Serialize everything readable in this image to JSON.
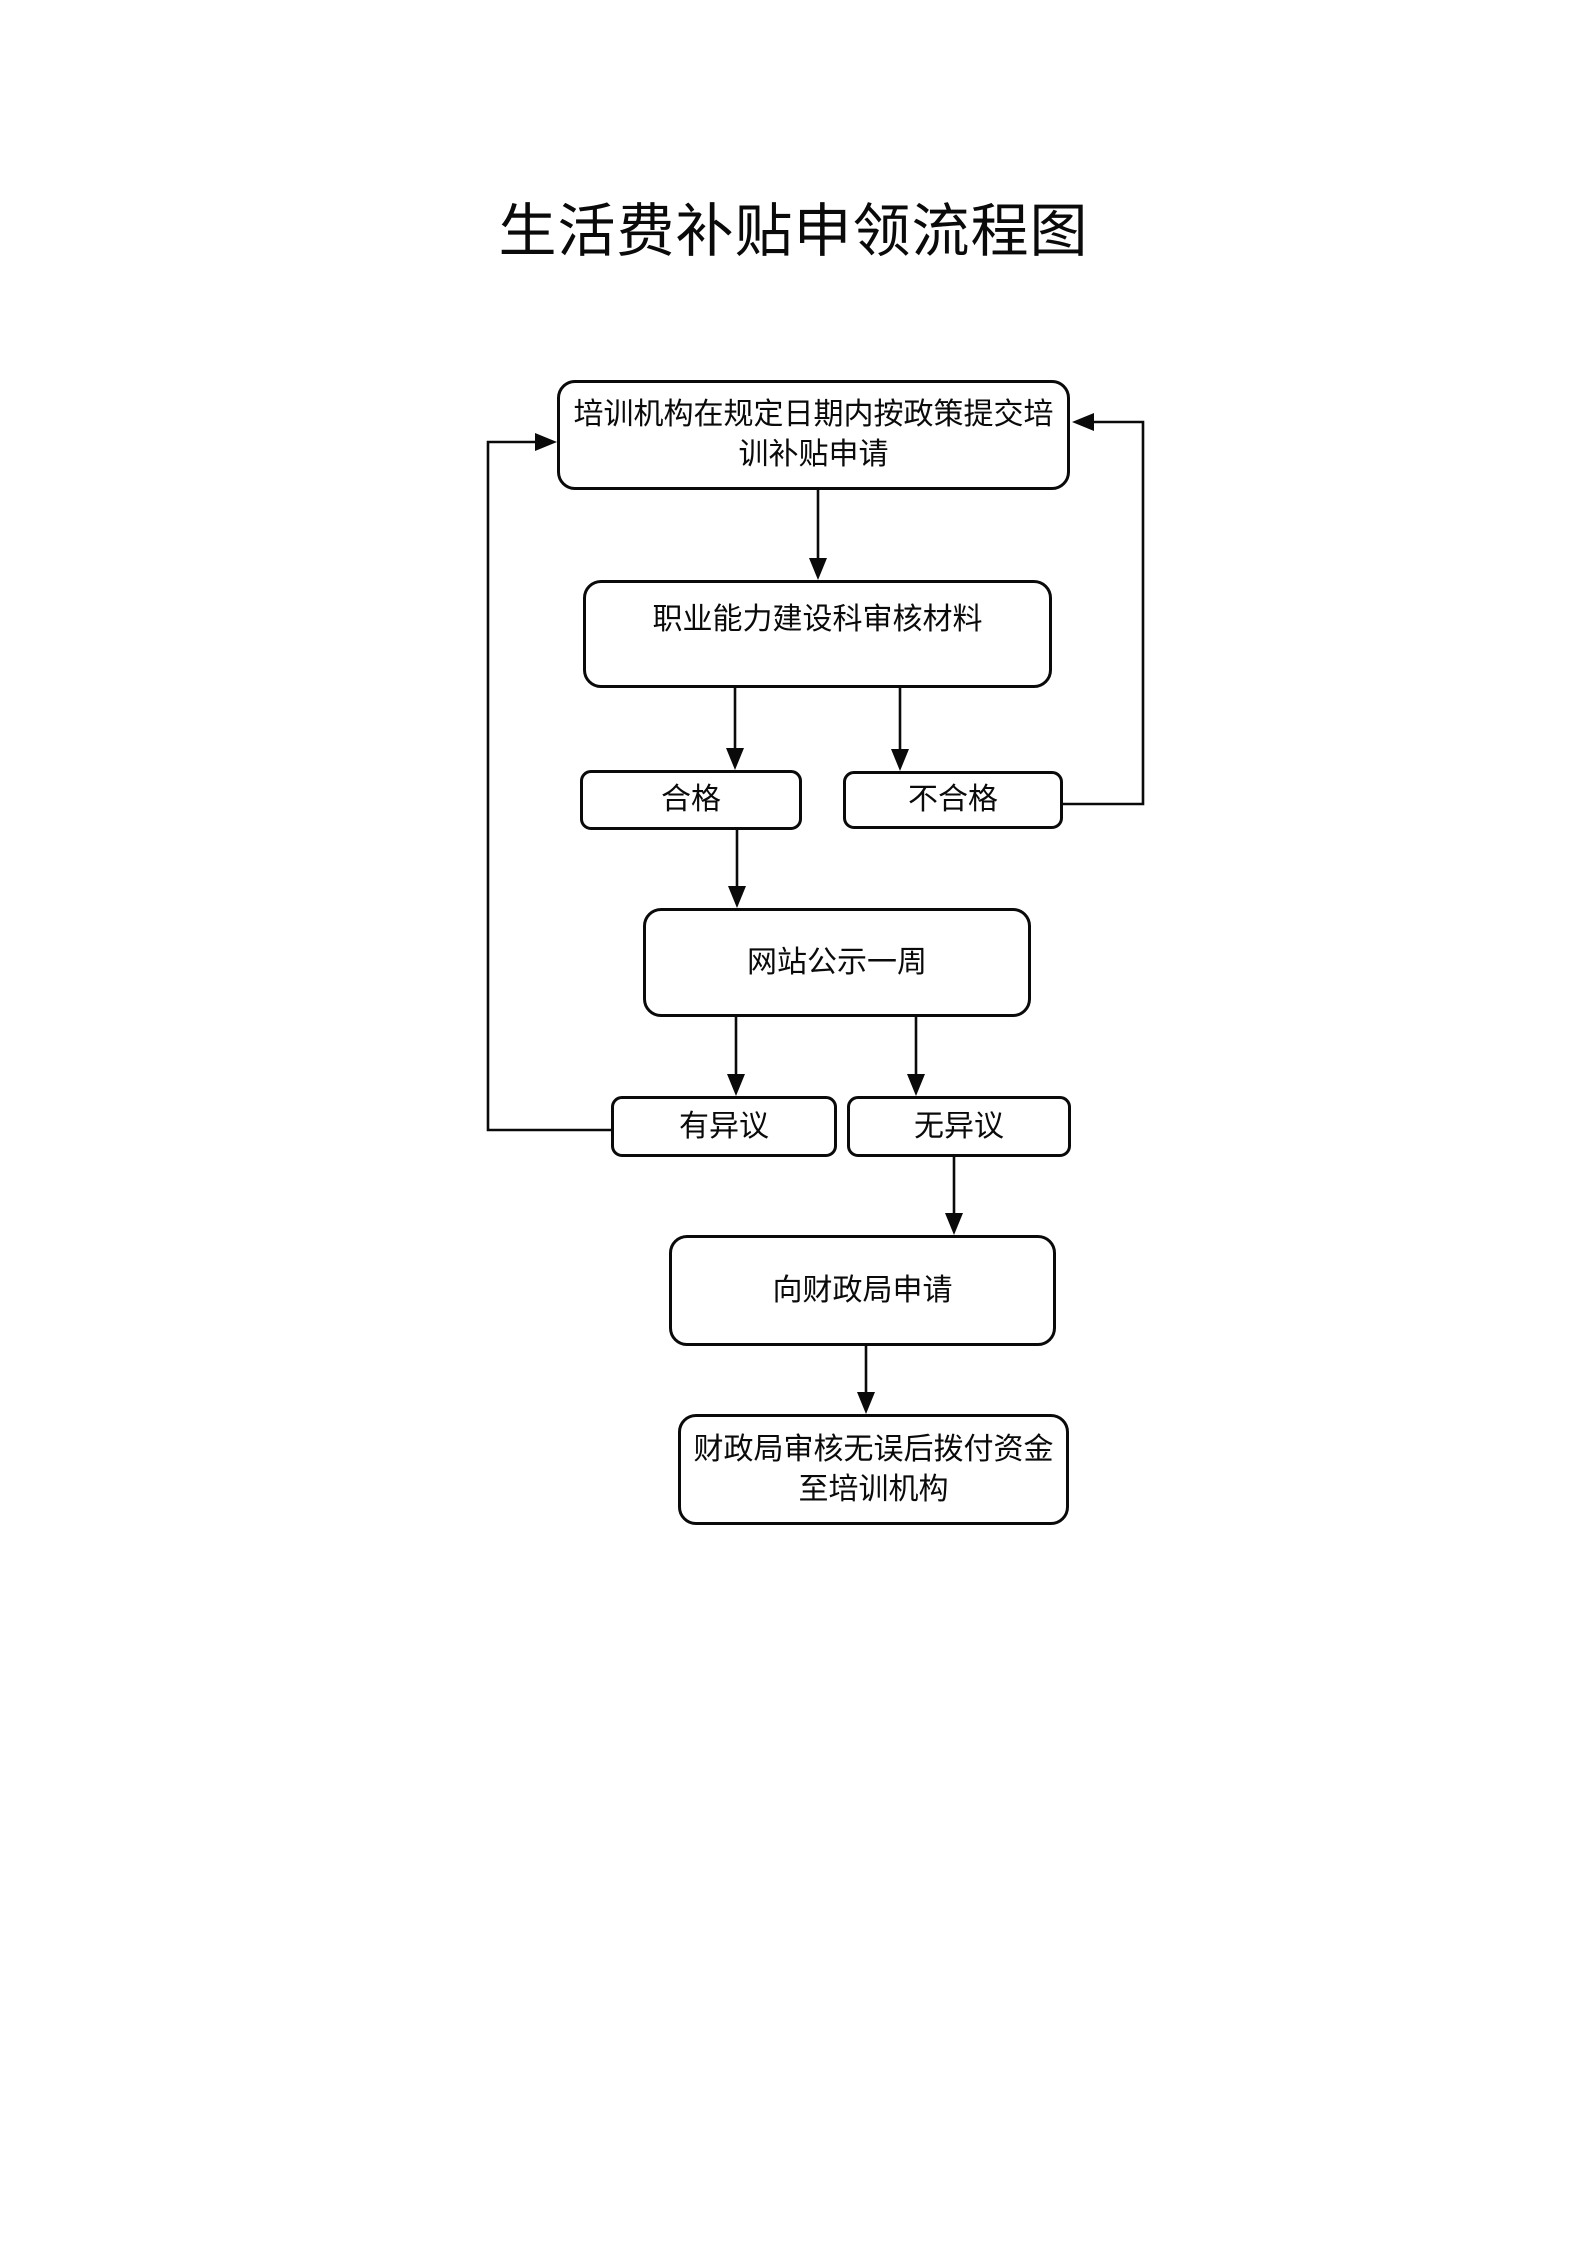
{
  "page": {
    "background_color": "#ffffff",
    "line_color": "#0a0a0a"
  },
  "title": "生活费补贴申领流程图",
  "flowchart": {
    "nodes": {
      "submit": {
        "lines": [
          "培训机构在规定日期内按政策提交培",
          "训补贴申请"
        ]
      },
      "review": {
        "label": "职业能力建设科审核材料"
      },
      "qualified": {
        "label": "合格"
      },
      "unqualified": {
        "label": "不合格"
      },
      "publicity": {
        "label": "网站公示一周"
      },
      "objection": {
        "label": "有异议"
      },
      "no_objection": {
        "label": "无异议"
      },
      "apply_finance": {
        "label": "向财政局申请"
      },
      "allocate": {
        "lines": [
          "财政局审核无误后拨付资金",
          "至培训机构"
        ]
      }
    },
    "edges": [
      {
        "from": "submit",
        "to": "review",
        "type": "arrow-down"
      },
      {
        "from": "review",
        "to": "qualified",
        "type": "arrow-down"
      },
      {
        "from": "review",
        "to": "unqualified",
        "type": "arrow-down"
      },
      {
        "from": "qualified",
        "to": "publicity",
        "type": "arrow-down"
      },
      {
        "from": "publicity",
        "to": "objection",
        "type": "arrow-down"
      },
      {
        "from": "publicity",
        "to": "no_objection",
        "type": "arrow-down"
      },
      {
        "from": "no_objection",
        "to": "apply_finance",
        "type": "arrow-down"
      },
      {
        "from": "apply_finance",
        "to": "allocate",
        "type": "arrow-down"
      },
      {
        "from": "objection",
        "to": "submit",
        "type": "loop-left"
      },
      {
        "from": "unqualified",
        "to": "submit",
        "type": "loop-right"
      }
    ]
  }
}
